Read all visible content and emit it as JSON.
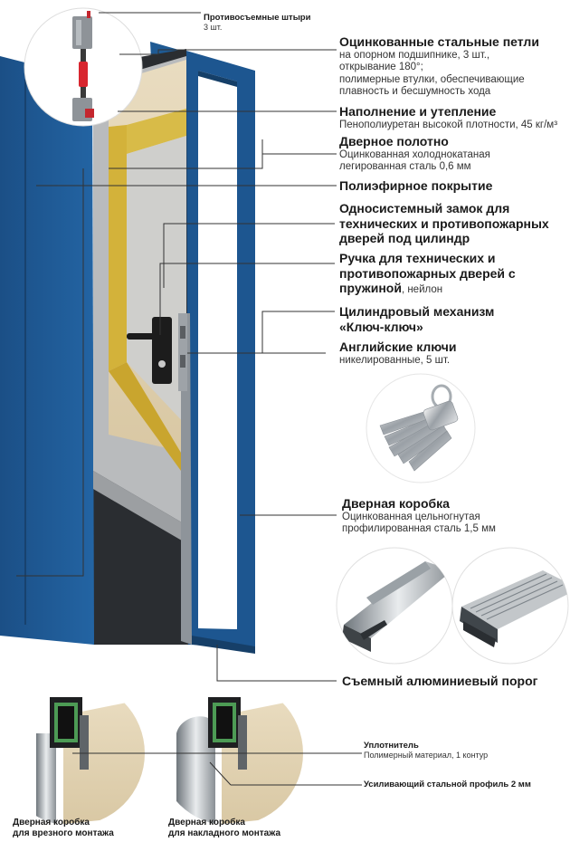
{
  "colors": {
    "door_blue": "#1f5a93",
    "door_dark": "#17466f",
    "insulation": "#d3b23a",
    "panel_grey": "#c9c9c6",
    "leader": "#333333"
  },
  "labels": {
    "pins": {
      "title": "Противосъемные штыри",
      "sub": "3 шт."
    },
    "hinges": {
      "title": "Оцинкованные стальные петли",
      "l1": "на опорном подшипнике, 3 шт.,",
      "l2": "открывание 180°;",
      "l3": "полимерные втулки, обеспечивающие",
      "l4": "плавность и бесшумность хода"
    },
    "filling": {
      "title": "Наполнение и утепление",
      "sub": "Пенополиуретан высокой плотности, 45 кг/м³"
    },
    "leaf": {
      "title": "Дверное полотно",
      "l1": "Оцинкованная холоднокатаная",
      "l2": "легированная сталь 0,6 мм"
    },
    "coating": {
      "title": "Полиэфирное покрытие"
    },
    "lock": {
      "l1": "Односистемный замок для",
      "l2": "технических и противопожарных",
      "l3": "дверей под цилиндр"
    },
    "handle": {
      "l1": "Ручка для технических и",
      "l2": "противопожарных дверей с",
      "l3": "пружиной",
      "l3b": ", нейлон"
    },
    "cylinder": {
      "l1": "Цилиндровый механизм",
      "l2": "«Ключ-ключ»"
    },
    "keys": {
      "title": "Английские ключи",
      "sub": "никелированные, 5 шт."
    },
    "frame": {
      "title": "Дверная коробка",
      "l1": "Оцинкованная цельногнутая",
      "l2": "профилированная сталь 1,5 мм"
    },
    "threshold": {
      "title": "Съемный алюминиевый порог"
    },
    "seal": {
      "title": "Уплотнитель",
      "sub": "Полимерный материал, 1 контур"
    },
    "profile": {
      "title": "Усиливающий стальной профиль 2 мм"
    },
    "frame_mortise": {
      "l1": "Дверная коробка",
      "l2": "для врезного монтажа"
    },
    "frame_overlay": {
      "l1": "Дверная коробка",
      "l2": "для накладного монтажа"
    }
  },
  "icons": [
    "anti-removal-pin-icon",
    "door-key-icon",
    "aluminum-threshold-icon",
    "frame-profile-icon"
  ]
}
